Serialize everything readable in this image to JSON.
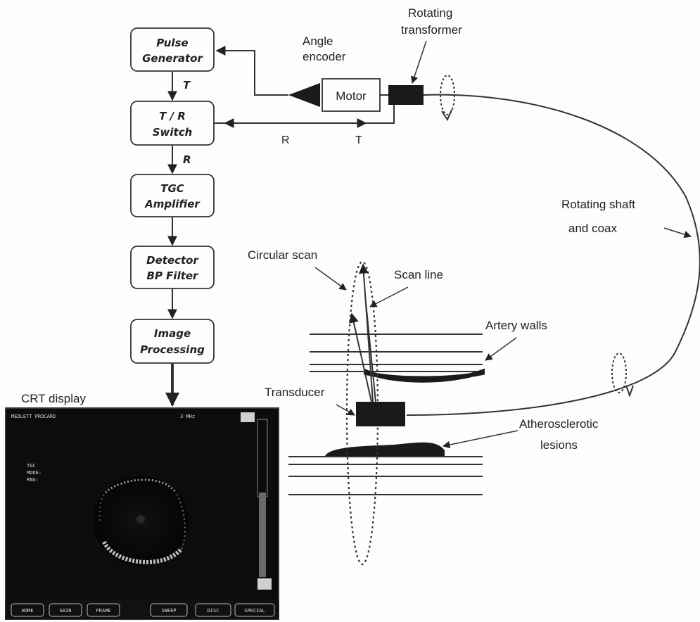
{
  "blocks": {
    "pulse_generator": [
      "Pulse",
      "Generator"
    ],
    "tr_switch": [
      "T / R",
      "Switch"
    ],
    "tgc_amplifier": [
      "TGC",
      "Amplifier"
    ],
    "detector_bp_filter": [
      "Detector",
      "BP Filter"
    ],
    "image_processing": [
      "Image",
      "Processing"
    ],
    "motor": "Motor"
  },
  "signals": {
    "pulse_to_switch": "T",
    "switch_to_tgc": "R",
    "receive_line": "R",
    "transmit_line": "T"
  },
  "labels": {
    "angle_encoder": [
      "Angle",
      "encoder"
    ],
    "rotating_transformer": [
      "Rotating",
      "transformer"
    ],
    "rotating_shaft": [
      "Rotating shaft",
      "and coax"
    ],
    "circular_scan": "Circular scan",
    "scan_line": "Scan line",
    "artery_walls": "Artery walls",
    "transducer": "Transducer",
    "atherosclerotic_lesions": [
      "Atherosclerotic",
      "lesions"
    ],
    "crt_display": "CRT display"
  },
  "crt_screen": {
    "header_left": "MEDLETT PROCARD",
    "header_right": "3 MHz",
    "side_text": [
      "TGC",
      "MODE:",
      "RNG:"
    ],
    "softkeys": [
      "HOME",
      "GAIN",
      "FRAME",
      "SWEEP",
      "DISC",
      "SPECIAL"
    ]
  }
}
